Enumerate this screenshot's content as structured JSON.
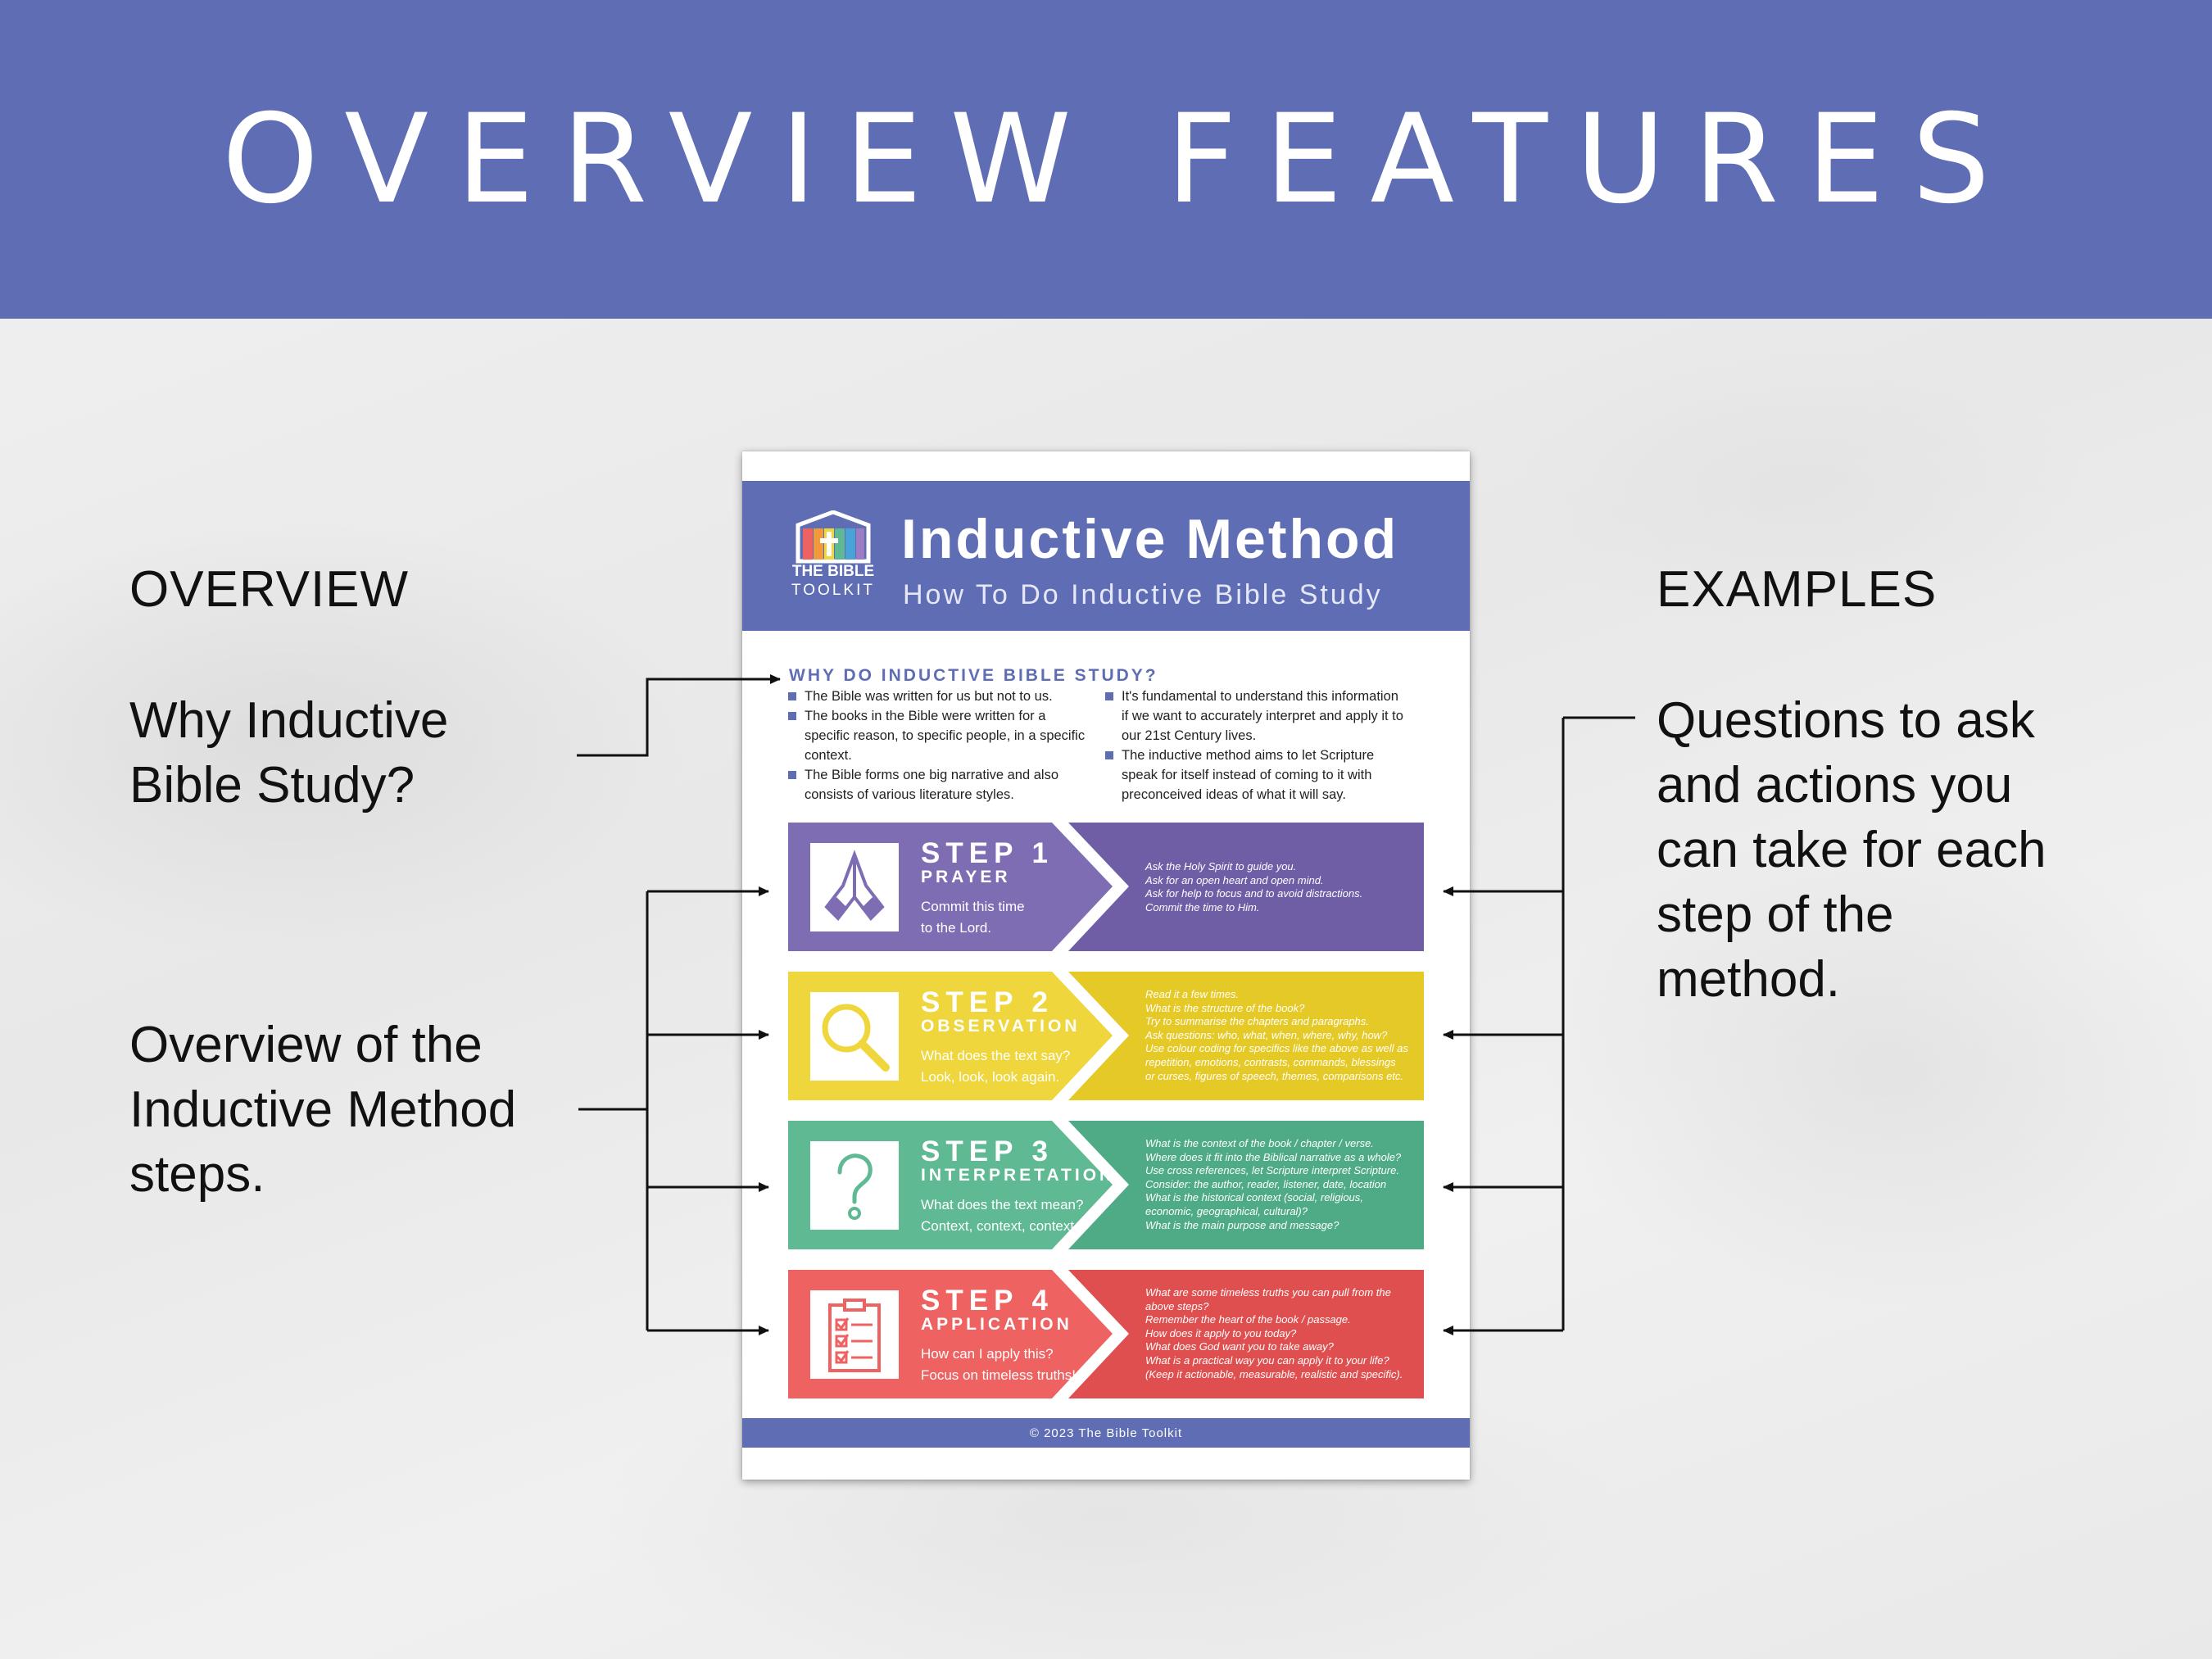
{
  "banner": {
    "title": "OVERVIEW FEATURES"
  },
  "left": {
    "overview_heading": "OVERVIEW",
    "why_label": [
      "Why Inductive",
      "Bible Study?"
    ],
    "steps_label": [
      "Overview of the",
      "Inductive Method",
      "steps."
    ]
  },
  "right": {
    "examples_heading": "EXAMPLES",
    "examples_label": [
      "Questions to ask",
      "and actions you",
      "can take for each",
      "step of the",
      "method."
    ]
  },
  "poster": {
    "logo": {
      "line1": "THE BIBLE",
      "line2": "TOOLKIT"
    },
    "title": "Inductive Method",
    "subtitle": "How To Do Inductive Bible Study",
    "why": {
      "heading": "WHY DO INDUCTIVE BIBLE STUDY?",
      "col1": [
        "The Bible was written for us but not to us.",
        "The books in the Bible were written for a specific reason, to specific people, in a specific context.",
        "The Bible forms one big narrative and also consists of various literature styles."
      ],
      "col2": [
        "It's fundamental to understand this information if we want to accurately interpret and apply it to our 21st Century lives.",
        "The inductive method aims to let Scripture speak for itself instead of coming to it with preconceived ideas of what it will say."
      ]
    },
    "steps": [
      {
        "number": "STEP 1",
        "name": "PRAYER",
        "sub1": "Commit this time",
        "sub2": "to the Lord.",
        "color": "#7f6db4",
        "dark": "#6f5ea6",
        "icon": "praying-hands-icon",
        "questions": [
          "Ask the Holy Spirit to guide you.",
          "Ask for an open heart and open mind.",
          "Ask for help to focus and to avoid distractions.",
          "Commit the time to Him."
        ]
      },
      {
        "number": "STEP 2",
        "name": "OBSERVATION",
        "sub1": "What does the text say?",
        "sub2": "Look, look, look again.",
        "color": "#efd63c",
        "dark": "#e5c926",
        "icon": "magnifying-glass-icon",
        "questions": [
          "Read it a few times.",
          "What is the structure of the book?",
          "Try to summarise the chapters and paragraphs.",
          "Ask questions: who, what, when, where, why, how?",
          "Use colour coding for specifics like the above as well as",
          "repetition, emotions, contrasts, commands, blessings",
          "or curses, figures of speech, themes, comparisons etc."
        ]
      },
      {
        "number": "STEP 3",
        "name": "INTERPRETATION",
        "sub1": "What does the text mean?",
        "sub2": "Context, context, context.",
        "color": "#5fb993",
        "dark": "#4fab85",
        "icon": "question-mark-icon",
        "questions": [
          "What is the context of the book / chapter / verse.",
          "Where does it fit into the Biblical narrative as a whole?",
          "Use cross references, let Scripture interpret Scripture.",
          "Consider: the author, reader, listener, date, location",
          "What is the historical context (social, religious,",
          "economic, geographical, cultural)?",
          "What is the main purpose and message?"
        ]
      },
      {
        "number": "STEP 4",
        "name": "APPLICATION",
        "sub1": "How can I apply this?",
        "sub2": "Focus on timeless truths!",
        "color": "#ef6262",
        "dark": "#e04f4f",
        "icon": "checklist-clipboard-icon",
        "questions": [
          "What are some timeless truths you can pull from the",
          "above steps?",
          "Remember the heart of the book / passage.",
          "How does it apply to you today?",
          "What does God want you to take away?",
          "What is a practical way you can apply it to your life?",
          "(Keep it actionable, measurable, realistic and specific)."
        ]
      }
    ],
    "footer": "© 2023 The Bible Toolkit"
  },
  "colors": {
    "brand": "#5f6db4"
  }
}
